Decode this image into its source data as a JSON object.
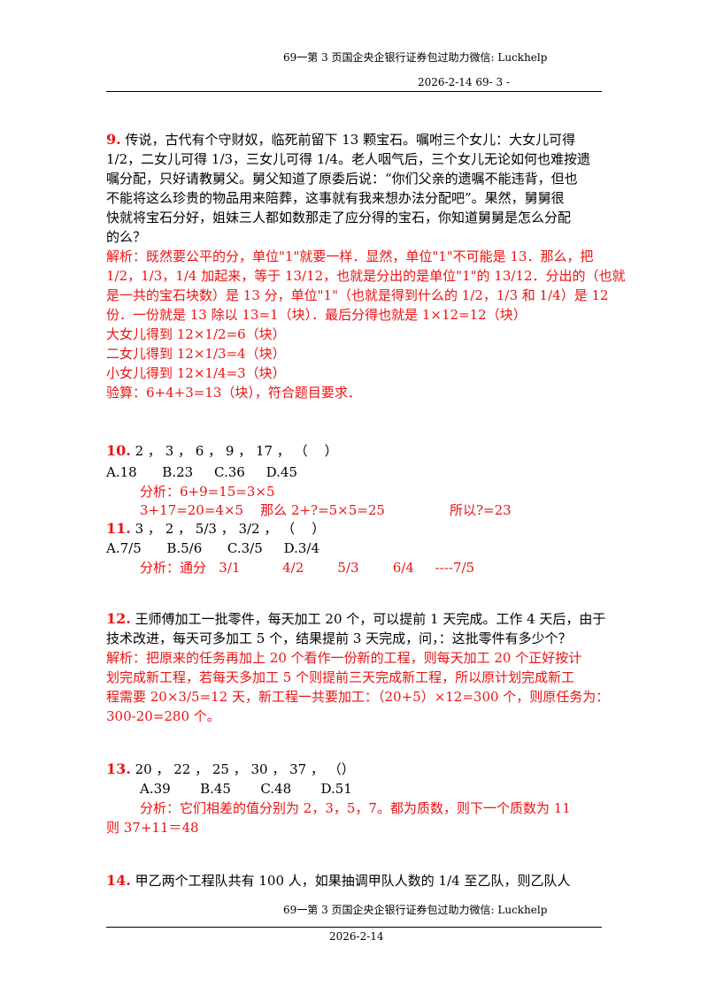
{
  "header": {
    "text": "69一第 3 页国企央企银行证券包过助力微信: Luckhelp",
    "date": "2026-2-14 69- 3 -"
  },
  "footer": {
    "text": "69一第 3 页国企央企银行证券包过助力微信: Luckhelp",
    "date": "2026-2-14"
  },
  "q9": {
    "num": "9.",
    "q_lines": [
      "传说，古代有个守财奴，临死前留下 13 颗宝石。嘱咐三个女儿：大女儿可得",
      "1/2，二女儿可得 1/3，三女儿可得 1/4。老人咽气后，三个女儿无论如何也难按遗",
      "嘱分配，只好请教舅父。舅父知道了原委后说：“你们父亲的遗嘱不能违背，但也",
      "不能将这么珍贵的物品用来陪葬，这事就有我来想办法分配吧”。果然，舅舅很",
      "快就将宝石分好，姐妹三人都如数那走了应分得的宝石，你知道舅舅是怎么分配",
      "的么？"
    ],
    "a_lines": [
      "解析：既然要公平的分，单位\"1\"就要一样．显然，单位\"1\"不可能是 13．那么，把",
      "1/2，1/3，1/4 加起来，等于 13/12，也就是分出的是单位\"1\"的 13/12．分出的（也就",
      "是一共的宝石块数）是 13 分，单位\"1\"（也就是得到什么的 1/2，1/3 和 1/4）是 12",
      "份．一份就是 13 除以 13=1（块）．最后分得也就是 1×12=12（块）",
      "大女儿得到 12×1/2=6（块）",
      "二女儿得到 12×1/3=4（块）",
      "小女儿得到 12×1/4=3（块）",
      "验算：6+4+3=13（块），符合题目要求．"
    ]
  },
  "q10": {
    "num": "10.",
    "question": "2 ， 3 ， 6 ， 9 ， 17 ， （    ）",
    "options": "A.18      B.23     C.36     D.45",
    "a1": "分析：6+9=15=3×5",
    "a2a": "3+17=20=4×5    那么 2+?=5×5=25",
    "a2b": "所以?=23"
  },
  "q11": {
    "num": "11.",
    "question": "3 ， 2 ， 5/3 ， 3/2 ， （    ）",
    "options": "A.7/5      B.5/6      C.3/5     D.3/4",
    "analysis": "分析：通分   3/1          4/2        5/3        6/4     ----7/5"
  },
  "q12": {
    "num": "12.",
    "lines": [
      "王师傅加工一批零件，每天加工 20 个，可以提前 1 天完成。工作 4 天后，由于",
      "技术改进，每天可多加工 5 个，结果提前 3 天完成，问，：这批零件有多少个？"
    ],
    "a_lines": [
      "解析：把原来的任务再加上 20 个看作一份新的工程，则每天加工 20 个正好按计",
      "划完成新工程，若每天多加工 5 个则提前三天完成新工程，所以原计划完成新工",
      "程需要 20×3/5=12 天，新工程一共要加工：（20+5）×12=300 个，则原任务为：",
      "300-20=280 个。"
    ]
  },
  "q13": {
    "num": "13.",
    "question": "20 ， 22 ， 25 ， 30 ， 37 ， （）",
    "options": "A.39       B.45       C.48       D.51",
    "a1": "分析：它们相差的值分别为 2，3，5，7。都为质数，则下一个质数为 11",
    "a2": "则 37+11＝48"
  },
  "q14": {
    "num": "14.",
    "line": "甲乙两个工程队共有 100 人，如果抽调甲队人数的 1/4 至乙队，则乙队人"
  }
}
